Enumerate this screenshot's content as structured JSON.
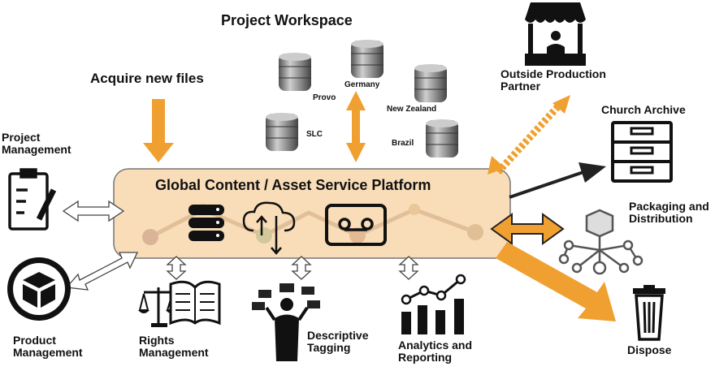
{
  "workspace": {
    "title": "Project Workspace",
    "sites": [
      "Provo",
      "Germany",
      "New Zealand",
      "SLC",
      "Brazil"
    ]
  },
  "acquire_label": "Acquire new files",
  "platform": {
    "title": "Global Content / Asset Service Platform"
  },
  "left_nodes": {
    "project_management": [
      "Project",
      "Management"
    ],
    "product_management": [
      "Product",
      "Management"
    ]
  },
  "bottom_nodes": {
    "rights_management": [
      "Rights",
      "Management"
    ],
    "descriptive_tagging": [
      "Descriptive",
      "Tagging"
    ],
    "analytics_reporting": [
      "Analytics and",
      "Reporting"
    ]
  },
  "right_nodes": {
    "outside_partner": [
      "Outside Production",
      "Partner"
    ],
    "church_archive": "Church Archive",
    "packaging": [
      "Packaging and",
      "Distribution"
    ],
    "dispose": "Dispose"
  },
  "colors": {
    "orange": "#F0A030",
    "platform_fill": "#F9DDB8",
    "platform_border": "#777777",
    "dark": "#111111"
  },
  "icons": [
    "server-stack-icon",
    "database-icon",
    "cloud-transfer-icon",
    "tape-reel-icon",
    "clipboard-icon",
    "cube-icon",
    "law-book-icon",
    "tagging-person-icon",
    "analytics-chart-icon",
    "market-stall-icon",
    "file-cabinet-icon",
    "package-network-icon",
    "trash-bin-icon"
  ]
}
